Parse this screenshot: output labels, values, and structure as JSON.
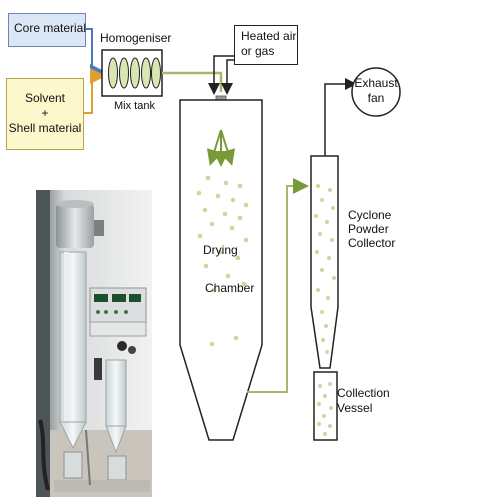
{
  "labels": {
    "core_material": "Core material",
    "solvent_shell_line1": "Solvent",
    "solvent_shell_line2": "+",
    "solvent_shell_line3": "Shell material",
    "homogeniser": "Homogeniser",
    "mix_tank": "Mix tank",
    "heated_air_line1": "Heated air",
    "heated_air_line2": "or gas",
    "exhaust_fan_line1": "Exhaust",
    "exhaust_fan_line2": "fan",
    "drying_chamber_line1": "Drying",
    "drying_chamber_line2": "Chamber",
    "cyclone_line1": "Cyclone",
    "cyclone_line2": "Powder",
    "cyclone_line3": "Collector",
    "collection_line1": "Collection",
    "collection_line2": "Vessel"
  },
  "colors": {
    "core_box_fill": "#dbe6f6",
    "solvent_box_fill": "#fdf8cc",
    "core_arrow": "#4a78c2",
    "solvent_arrow": "#e0a030",
    "feed_line": "#a7b86a",
    "droplet": "#c9d9a0",
    "spray_arrow": "#7a9a3a",
    "outline": "#1a1a1a"
  }
}
